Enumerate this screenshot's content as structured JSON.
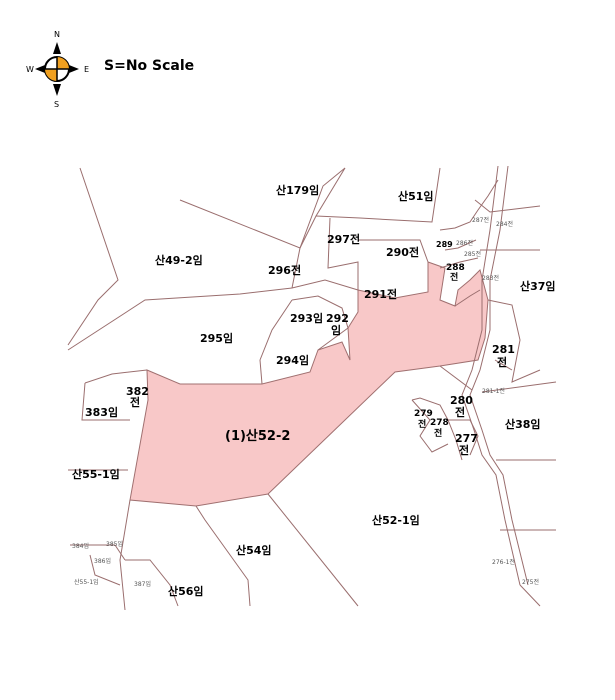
{
  "compass": {
    "n": "N",
    "s": "S",
    "e": "E",
    "w": "W"
  },
  "scale": "S=No Scale",
  "main_parcel": "(1)산52-2",
  "parcels": {
    "p179": "산179임",
    "p51": "산51임",
    "p297": "297전",
    "p290": "290전",
    "p289": "289",
    "p288": "288",
    "p288b": "전",
    "p49": "산49-2임",
    "p296": "296전",
    "p291": "291전",
    "p37": "산37임",
    "p295": "295임",
    "p293": "293임",
    "p292": "292",
    "p292b": "임",
    "p294": "294임",
    "p281": "281",
    "p281b": "전",
    "p382": "382",
    "p382b": "전",
    "p383": "383임",
    "p280": "280",
    "p280b": "전",
    "p279": "279",
    "p279b": "전",
    "p278": "278",
    "p278b": "전",
    "p277": "277",
    "p277b": "전",
    "p38": "산38임",
    "p55": "산55-1임",
    "p521": "산52-1임",
    "p54": "산54임",
    "p56": "산56임"
  },
  "small_labels": {
    "s287": "287전",
    "s284": "284전",
    "s286": "286전",
    "s285": "285전",
    "s283": "283전",
    "s2811": "281-1전",
    "s384": "384임",
    "s385": "385임",
    "s386": "386임",
    "s551": "산55-1임",
    "s387": "387임",
    "s2761": "276-1전",
    "s275": "275전"
  },
  "colors": {
    "parcel_fill": "#f8c8c8",
    "line": "#9a6e6e",
    "compass_fill": "#f0a020"
  }
}
